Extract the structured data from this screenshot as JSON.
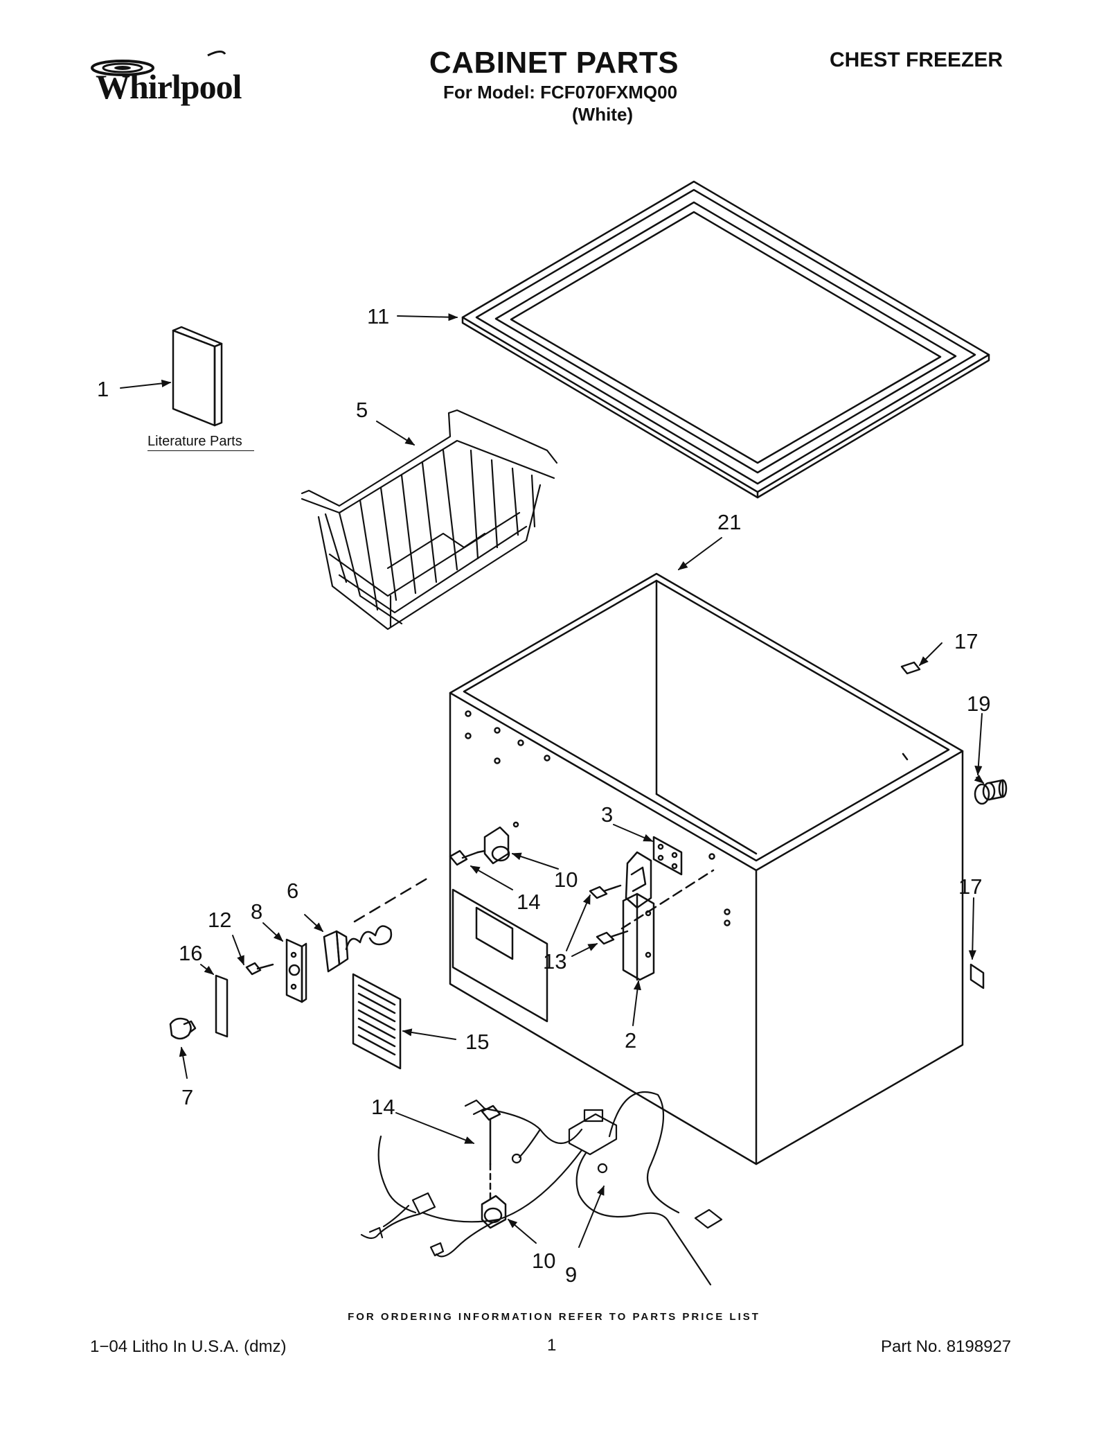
{
  "header": {
    "brand": "Whirlpool",
    "title": "CABINET PARTS",
    "model_line": "For Model: FCF070FXMQ00",
    "color_line": "(White)",
    "category": "CHEST FREEZER"
  },
  "diagram": {
    "literature_label": "Literature Parts",
    "callouts": {
      "c1": "1",
      "c2": "2",
      "c3": "3",
      "c5": "5",
      "c6": "6",
      "c7": "7",
      "c8": "8",
      "c9": "9",
      "c10a": "10",
      "c10b": "10",
      "c11": "11",
      "c12": "12",
      "c13": "13",
      "c14a": "14",
      "c14b": "14",
      "c15": "15",
      "c16": "16",
      "c17a": "17",
      "c17b": "17",
      "c19": "19",
      "c21": "21"
    }
  },
  "footer": {
    "ordering_note": "FOR ORDERING INFORMATION REFER TO PARTS PRICE LIST",
    "litho": "1−04 Litho In U.S.A. (dmz)",
    "page": "1",
    "part_no": "Part No. 8198927"
  }
}
